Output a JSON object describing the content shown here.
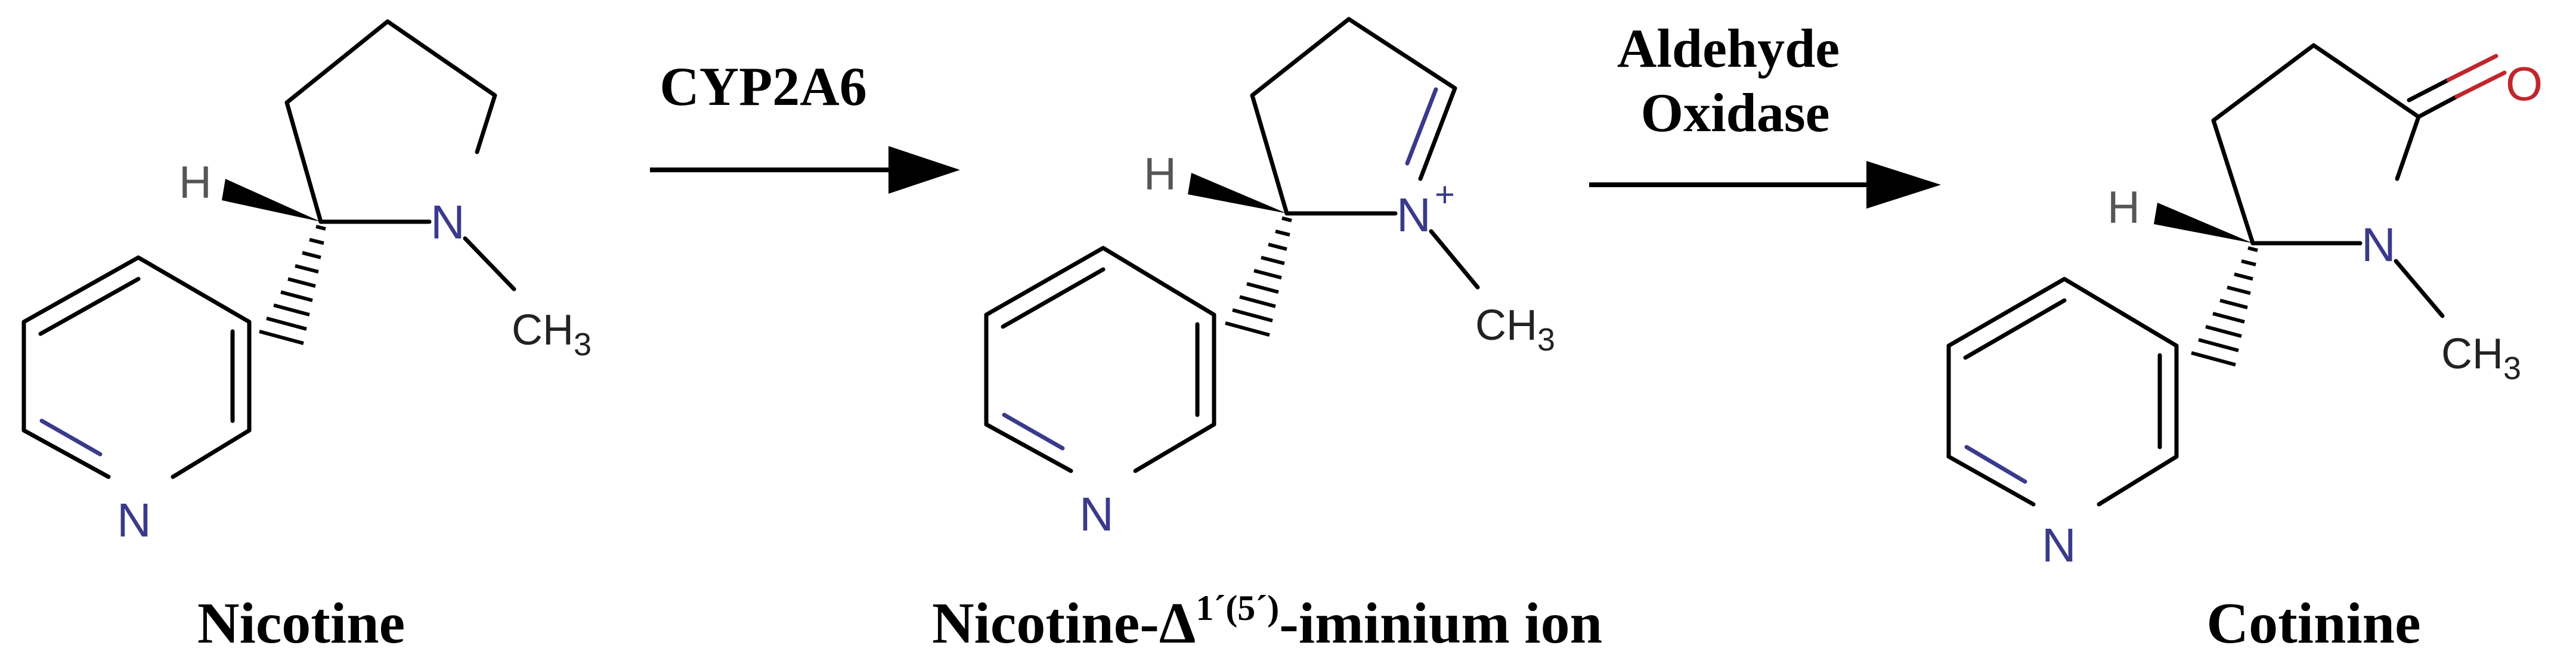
{
  "molecules": [
    {
      "name": "Nicotine",
      "atoms": {
        "hydrogen": "H",
        "pyrrolidine_nitrogen": "N",
        "methyl": "CH",
        "methyl_subscript": "3",
        "pyridine_nitrogen": "N"
      }
    },
    {
      "name_main": "Nicotine-Δ",
      "name_superscript": "1´(5´)",
      "name_suffix": "-iminium ion",
      "atoms": {
        "hydrogen": "H",
        "iminium_nitrogen": "N",
        "charge": "+",
        "methyl": "CH",
        "methyl_subscript": "3",
        "pyridine_nitrogen": "N"
      }
    },
    {
      "name": "Cotinine",
      "atoms": {
        "hydrogen": "H",
        "oxygen": "O",
        "lactam_nitrogen": "N",
        "methyl": "CH",
        "methyl_subscript": "3",
        "pyridine_nitrogen": "N"
      }
    }
  ],
  "reactions": [
    {
      "enzyme_line1": "CYP2A6"
    },
    {
      "enzyme_line1": "Aldehyde",
      "enzyme_line2": "Oxidase"
    }
  ],
  "colors": {
    "bond": "#000000",
    "nitrogen": "#3a3a8c",
    "oxygen": "#c0272d",
    "hydrogen": "#555555"
  }
}
